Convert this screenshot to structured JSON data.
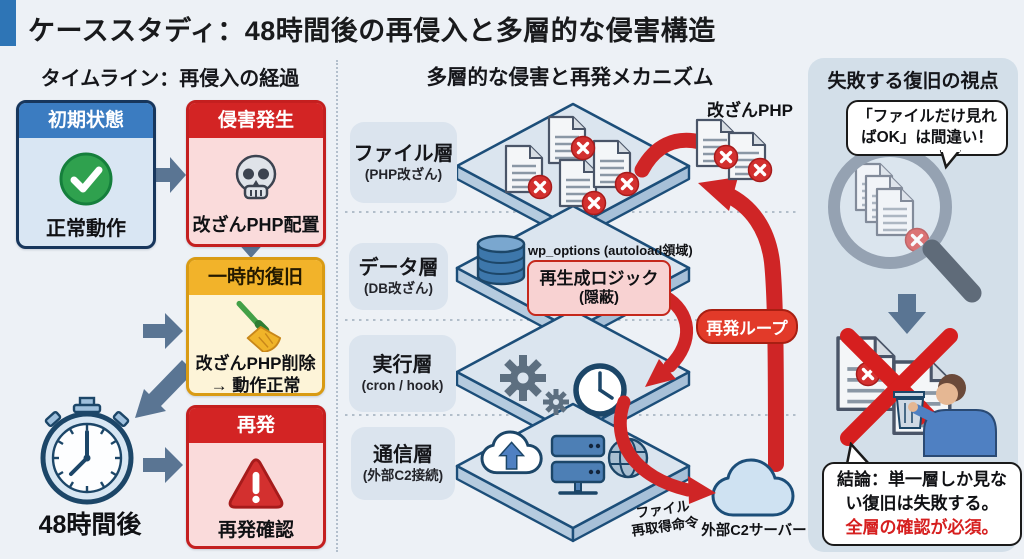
{
  "title": "ケーススタディ：48時間後の再侵入と多層的な侵害構造",
  "colors": {
    "accent_blue": "#2e75b6",
    "header_blue": "#3b7cc1",
    "header_red": "#d32424",
    "header_amber": "#f2b32a",
    "navy_outline": "#1c4668",
    "flow_arrow_slate": "#5a7593",
    "loop_red": "#cf2526",
    "panel_bg": "#d3dfe9",
    "conclusion_red": "#d61f1f"
  },
  "timeline": {
    "heading": "タイムライン：再侵入の経過",
    "initial": {
      "label": "初期状態",
      "desc": "正常動作"
    },
    "compromise": {
      "label": "侵害発生",
      "desc": "改ざんPHP配置"
    },
    "temp_recovery": {
      "label": "一時的復旧",
      "desc_line1": "改ざんPHP削除",
      "desc_line2": "→ 動作正常"
    },
    "recurrence": {
      "label": "再発",
      "desc": "再発確認"
    },
    "elapsed_label": "48時間後"
  },
  "mechanism": {
    "heading": "多層的な侵害と再発メカニズム",
    "layers": [
      {
        "name": "ファイル層",
        "sub": "(PHP改ざん)"
      },
      {
        "name": "データ層",
        "sub": "(DB改ざん)"
      },
      {
        "name": "実行層",
        "sub": "(cron / hook)"
      },
      {
        "name": "通信層",
        "sub": "(外部C2接続)"
      }
    ],
    "tampered_php_label": "改ざんPHP",
    "wp_options_label": "wp_options (autoload領域)",
    "regen_line1": "再生成ロジック",
    "regen_line2": "(隠蔽)",
    "loop_label": "再発ループ",
    "refetch_line1": "ファイル",
    "refetch_line2": "再取得命令",
    "c2_label": "外部C2サーバー"
  },
  "failed_recovery": {
    "heading": "失敗する復旧の視点",
    "warning_line1": "「ファイルだけ見れ",
    "warning_line2": "ばOK」は間違い！",
    "conclusion_line1": "結論：単一層しか見な",
    "conclusion_line2": "い復旧は失敗する。",
    "conclusion_line3": "全層の確認が必須。"
  },
  "icons": {
    "check": "green-check-circle",
    "skull": "skull",
    "broom": "broom",
    "warning": "red-alert-triangle",
    "stopwatch": "stopwatch",
    "x_badge": "red-x-circle",
    "database": "db-cylinder",
    "gear": "gear",
    "clock": "clock",
    "cloud_upload": "cloud-upload",
    "server": "server-rack",
    "globe": "globe",
    "c2_cloud": "cloud",
    "magnifier": "magnifying-glass",
    "trash": "trash-bin",
    "person": "person-back-view"
  }
}
